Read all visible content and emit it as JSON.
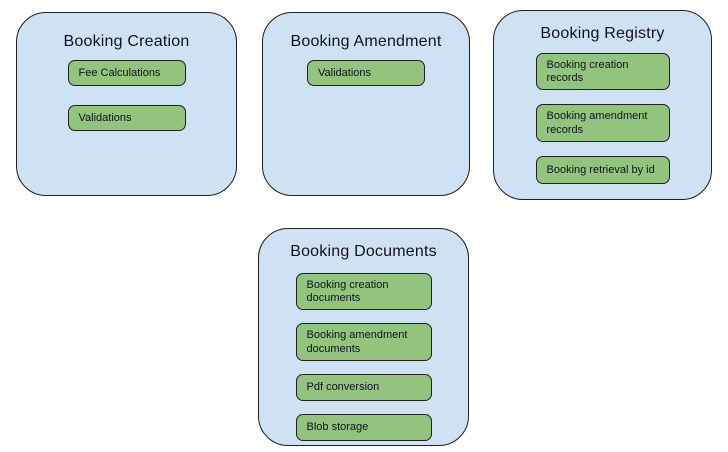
{
  "diagram": {
    "background": "#ffffff",
    "colors": {
      "container_fill": "#cfe2f3",
      "container_border": "#1f1f1f",
      "chip_fill": "#93c47d",
      "chip_border": "#1f1f1f",
      "text": "#111122"
    },
    "containers": [
      {
        "id": "booking-creation",
        "title": "Booking Creation",
        "chips": [
          "Fee Calculations",
          "Validations"
        ]
      },
      {
        "id": "booking-amendment",
        "title": "Booking Amendment",
        "chips": [
          "Validations"
        ]
      },
      {
        "id": "booking-registry",
        "title": "Booking Registry",
        "chips": [
          "Booking creation records",
          "Booking amendment records",
          "Booking retrieval by id"
        ]
      },
      {
        "id": "booking-documents",
        "title": "Booking Documents",
        "chips": [
          "Booking creation documents",
          "Booking amendment documents",
          "Pdf conversion",
          "Blob storage"
        ]
      }
    ]
  }
}
